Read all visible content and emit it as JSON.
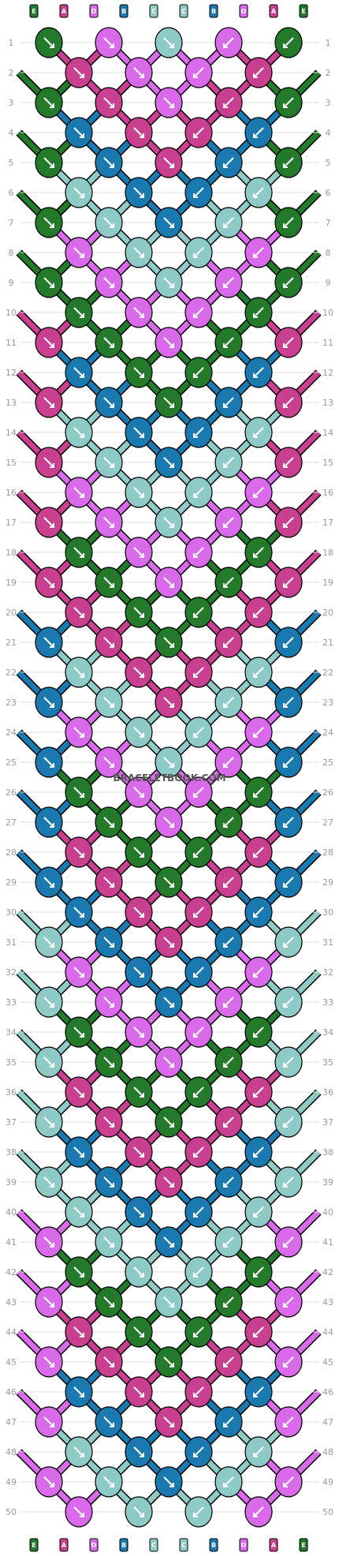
{
  "watermark": "BRACELETBOOK.COM",
  "strings": {
    "labels": [
      "E",
      "A",
      "D",
      "B",
      "C",
      "C",
      "B",
      "D",
      "A",
      "E"
    ]
  },
  "colors": {
    "A": "#c8408f",
    "B": "#1a7ab0",
    "C": "#8fcbc6",
    "D": "#d96bea",
    "E": "#237a2b"
  },
  "rows": [
    "1",
    "2",
    "3",
    "4",
    "5",
    "6",
    "7",
    "8",
    "9",
    "10",
    "11",
    "12",
    "13",
    "14",
    "15",
    "16",
    "17",
    "18",
    "19",
    "20",
    "21",
    "22",
    "23",
    "24",
    "25",
    "26",
    "27",
    "28",
    "29",
    "30",
    "31",
    "32",
    "33",
    "34",
    "35",
    "36",
    "37",
    "38",
    "39",
    "40",
    "41",
    "42",
    "43",
    "44",
    "45",
    "46",
    "47",
    "48",
    "49",
    "50"
  ],
  "knot_rows": [
    [
      "E",
      "D",
      "C",
      "D",
      "E"
    ],
    [
      "A",
      "D",
      "D",
      "A"
    ],
    [
      "E",
      "A",
      "D",
      "A",
      "E"
    ],
    [
      "B",
      "A",
      "A",
      "B"
    ],
    [
      "E",
      "B",
      "A",
      "B",
      "E"
    ],
    [
      "C",
      "B",
      "B",
      "C"
    ],
    [
      "E",
      "C",
      "B",
      "C",
      "E"
    ],
    [
      "D",
      "C",
      "C",
      "D"
    ],
    [
      "E",
      "D",
      "C",
      "D",
      "E"
    ],
    [
      "E",
      "D",
      "D",
      "E"
    ],
    [
      "A",
      "E",
      "D",
      "E",
      "A"
    ],
    [
      "B",
      "E",
      "E",
      "B"
    ],
    [
      "A",
      "B",
      "E",
      "B",
      "A"
    ],
    [
      "C",
      "B",
      "B",
      "C"
    ],
    [
      "A",
      "C",
      "B",
      "C",
      "A"
    ],
    [
      "D",
      "C",
      "C",
      "D"
    ],
    [
      "A",
      "D",
      "C",
      "D",
      "A"
    ],
    [
      "E",
      "D",
      "D",
      "E"
    ],
    [
      "A",
      "E",
      "D",
      "E",
      "A"
    ],
    [
      "A",
      "E",
      "E",
      "A"
    ],
    [
      "B",
      "A",
      "E",
      "A",
      "B"
    ],
    [
      "C",
      "A",
      "A",
      "C"
    ],
    [
      "B",
      "C",
      "A",
      "C",
      "B"
    ],
    [
      "D",
      "C",
      "C",
      "D"
    ],
    [
      "B",
      "D",
      "C",
      "D",
      "B"
    ],
    [
      "E",
      "D",
      "D",
      "E"
    ],
    [
      "B",
      "E",
      "D",
      "E",
      "B"
    ],
    [
      "A",
      "E",
      "E",
      "A"
    ],
    [
      "B",
      "A",
      "E",
      "A",
      "B"
    ],
    [
      "B",
      "A",
      "A",
      "B"
    ],
    [
      "C",
      "B",
      "A",
      "B",
      "C"
    ],
    [
      "D",
      "B",
      "B",
      "D"
    ],
    [
      "C",
      "D",
      "B",
      "D",
      "C"
    ],
    [
      "E",
      "D",
      "D",
      "E"
    ],
    [
      "C",
      "E",
      "D",
      "E",
      "C"
    ],
    [
      "A",
      "E",
      "E",
      "A"
    ],
    [
      "C",
      "A",
      "E",
      "A",
      "C"
    ],
    [
      "B",
      "A",
      "A",
      "B"
    ],
    [
      "C",
      "B",
      "A",
      "B",
      "C"
    ],
    [
      "C",
      "B",
      "B",
      "C"
    ],
    [
      "D",
      "C",
      "B",
      "C",
      "D"
    ],
    [
      "E",
      "C",
      "C",
      "E"
    ],
    [
      "D",
      "E",
      "C",
      "E",
      "D"
    ],
    [
      "A",
      "E",
      "E",
      "A"
    ],
    [
      "D",
      "A",
      "E",
      "A",
      "D"
    ],
    [
      "B",
      "A",
      "A",
      "B"
    ],
    [
      "D",
      "B",
      "A",
      "B",
      "D"
    ],
    [
      "C",
      "B",
      "B",
      "C"
    ],
    [
      "D",
      "C",
      "B",
      "C",
      "D"
    ],
    [
      "D",
      "C",
      "C",
      "D"
    ]
  ]
}
